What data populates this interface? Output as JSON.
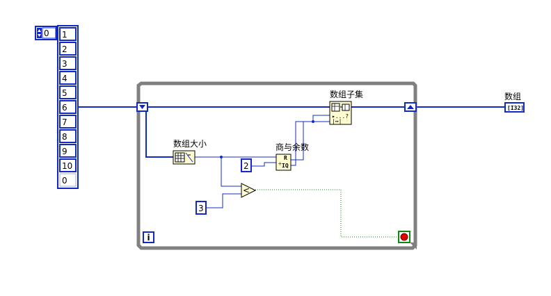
{
  "array_constant": {
    "index_value": "0",
    "elements": [
      "1",
      "2",
      "3",
      "4",
      "5",
      "6",
      "7",
      "8",
      "9",
      "10"
    ],
    "empty_element": "0"
  },
  "nodes": {
    "array_size_label": "数组大小",
    "quotient_remainder_label": "商与余数",
    "array_subset_label": "数组子集",
    "less_than_symbol": "<"
  },
  "constants": {
    "divisor": "2",
    "compare_value": "3"
  },
  "indicator": {
    "label": "数组",
    "type": "[I32]"
  },
  "loop": {
    "iteration_terminal": "i"
  },
  "colors": {
    "wire_blue": "#1028c8",
    "boolean_wire_green": "#0a8a0a",
    "loop_border": "#808080",
    "node_fill": "#fffbd0",
    "stop_red": "#e00000"
  }
}
